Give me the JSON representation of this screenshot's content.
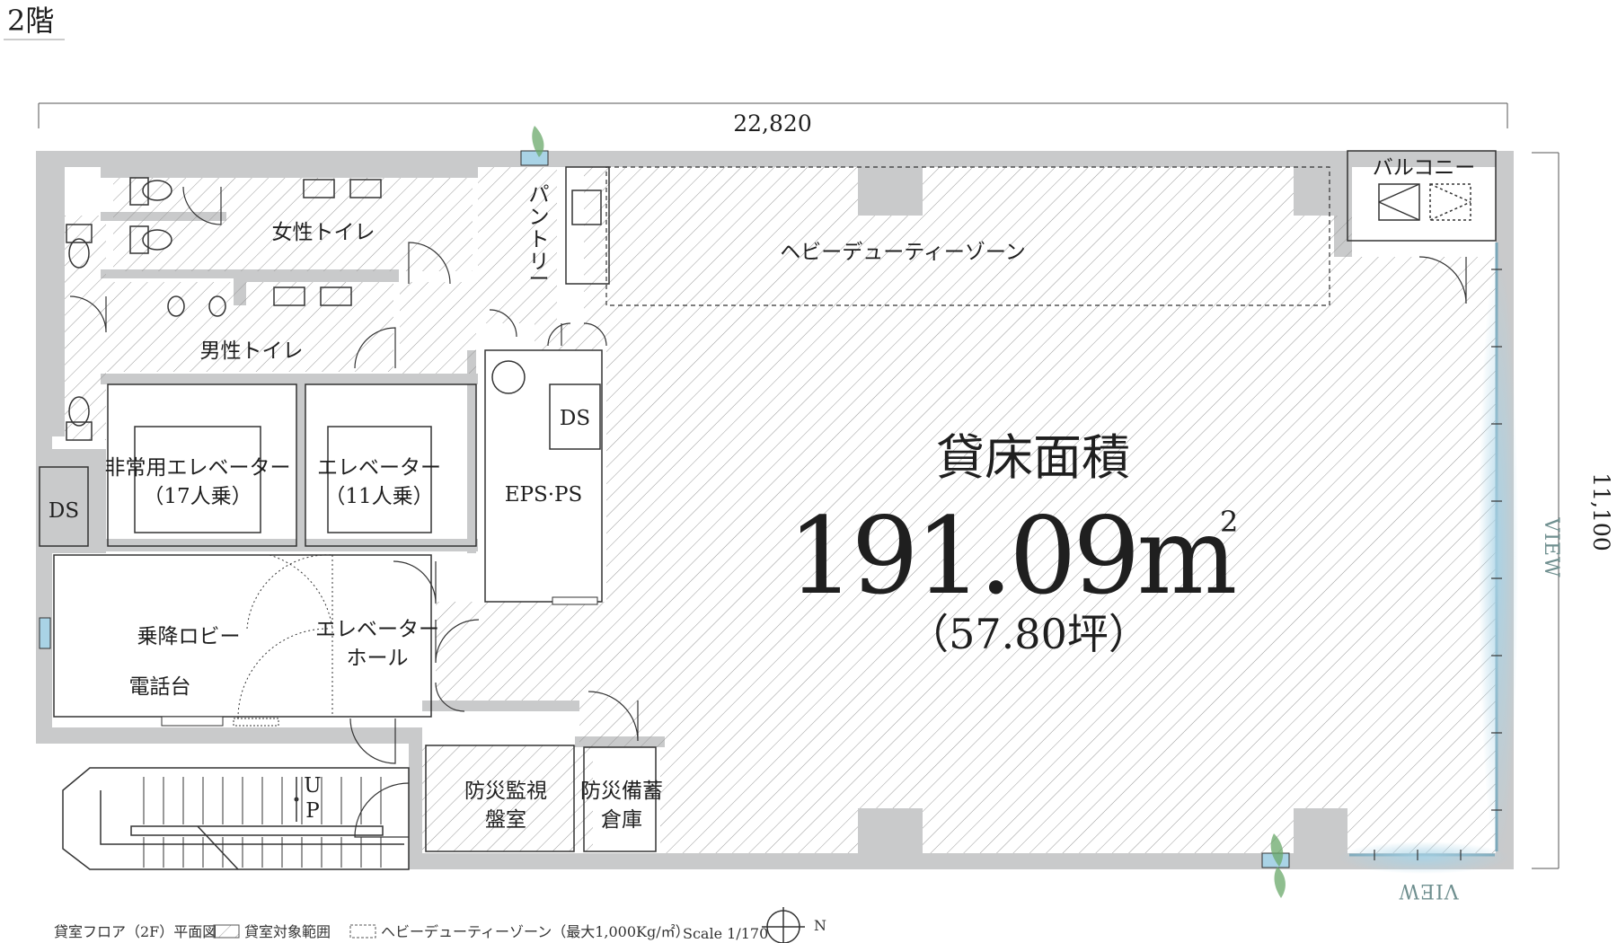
{
  "floor_label": "2階",
  "dimensions": {
    "width": "22,820",
    "depth": "11,100"
  },
  "area": {
    "title": "貸床面積",
    "value": "191.09",
    "unit": "m",
    "unit_sup": "2",
    "tsubo": "（57.80坪）"
  },
  "rooms": {
    "balcony": "バルコニー",
    "heavy_duty_zone": "ヘビーデューティーゾーン",
    "pantry": [
      "パ",
      "ン",
      "ト",
      "リ",
      "ー"
    ],
    "womens_toilet": "女性トイレ",
    "mens_toilet": "男性トイレ",
    "emergency_elevator": [
      "非常用エレベーター",
      "（17人乗）"
    ],
    "elevator": [
      "エレベーター",
      "（11人乗）"
    ],
    "ds_left": "DS",
    "ds_right": "DS",
    "eps_ps": "EPS·PS",
    "boarding_lobby": "乗降ロビー",
    "phone_stand": "電話台",
    "elevator_hall": [
      "エレベーター",
      "ホール"
    ],
    "disaster_monitor": [
      "防災監視",
      "盤室"
    ],
    "disaster_storage": [
      "防災備蓄",
      "倉庫"
    ],
    "stairs_up": [
      "U",
      "P"
    ]
  },
  "view_labels": {
    "right": "VIEW",
    "bottom": "VIEW"
  },
  "legend": {
    "plan_title": "貸室フロア（2F）平面図",
    "rental_area": "貸室対象範囲",
    "heavy_zone": "ヘビーデューティーゾーン（最大1,000Kg/㎡）",
    "scale": "Scale 1/170",
    "north": "N"
  },
  "colors": {
    "wall": "#c9cacb",
    "hatch": "#9a9a9a",
    "view_glow": "#a9d3e6",
    "view_text": "#6f8f8f",
    "green_accent": "#6aa86a"
  }
}
